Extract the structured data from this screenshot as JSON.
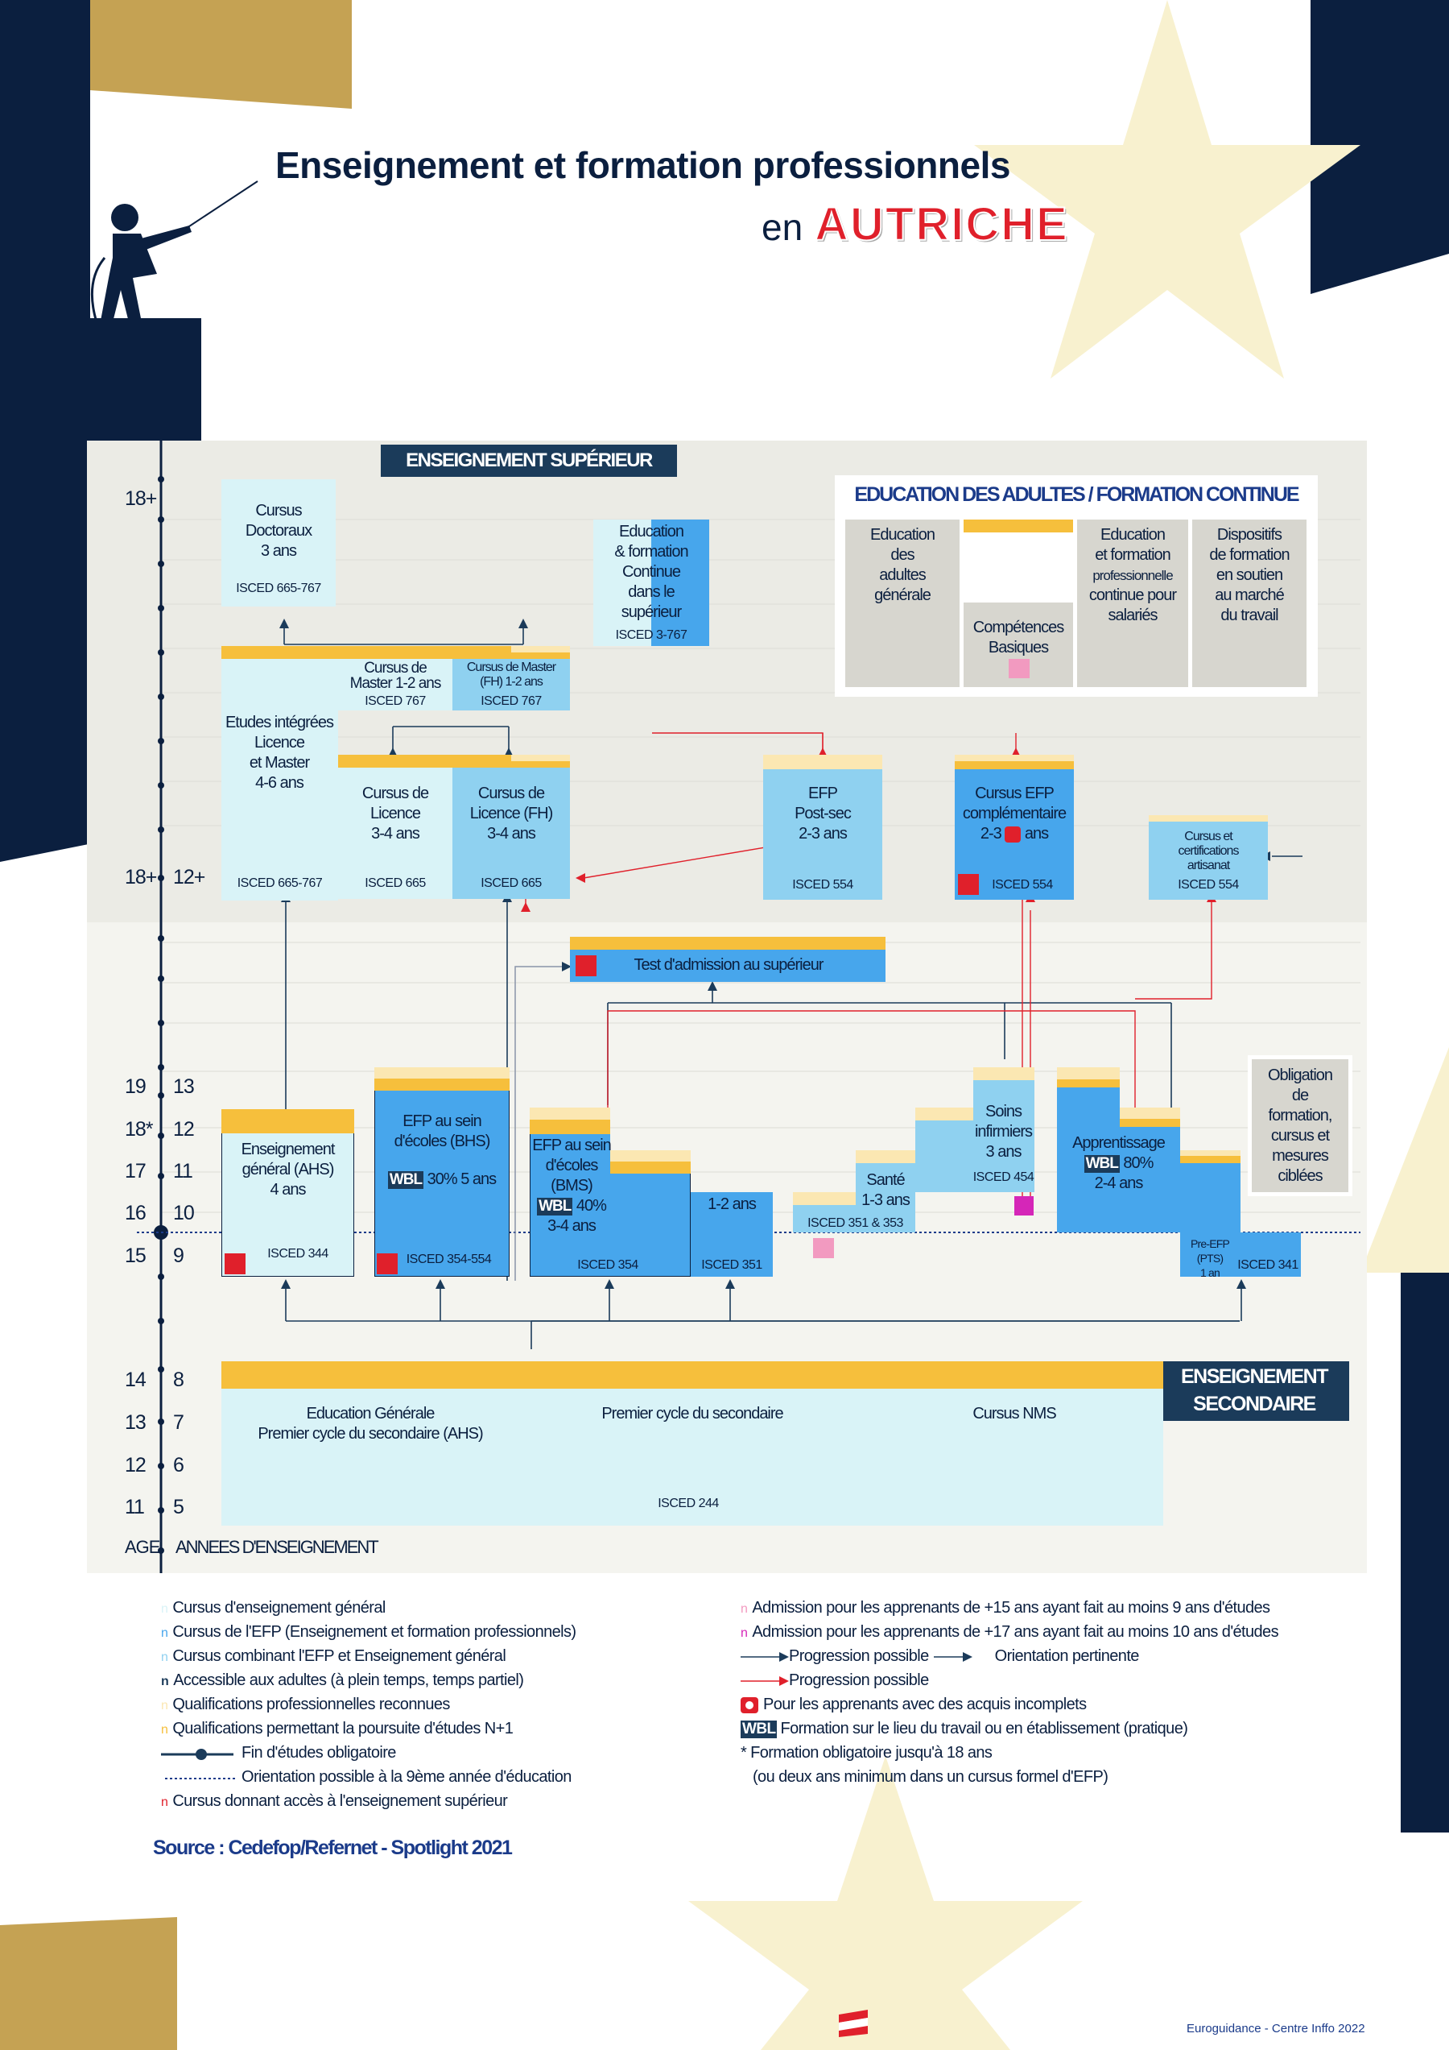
{
  "header": {
    "title": "Enseignement et  formation professionnels",
    "subtitle_prefix": "en",
    "country": "AUTRICHE"
  },
  "sections": {
    "higher": "ENSEIGNEMENT SUPÉRIEUR",
    "adult": "EDUCATION DES ADULTES / FORMATION CONTINUE",
    "secondary_1": "ENSEIGNEMENT",
    "secondary_2": "SECONDAIRE"
  },
  "axis": {
    "age_header": "AGE",
    "years_header": "ANNEES D'ENSEIGNEMENT",
    "rows": [
      {
        "age": "18+",
        "year": ""
      },
      {
        "age": "18+",
        "year": "12+"
      },
      {
        "age": "19",
        "year": "13"
      },
      {
        "age": "18*",
        "year": "12"
      },
      {
        "age": "17",
        "year": "11"
      },
      {
        "age": "16",
        "year": "10"
      },
      {
        "age": "15",
        "year": "9"
      },
      {
        "age": "14",
        "year": "8"
      },
      {
        "age": "13",
        "year": "7"
      },
      {
        "age": "12",
        "year": "6"
      },
      {
        "age": "11",
        "year": "5"
      }
    ]
  },
  "higher": {
    "doctoral": {
      "l1": "Cursus",
      "l2": "Doctoraux",
      "l3": "3 ans",
      "isced": "ISCED 665-767"
    },
    "continuing": {
      "l1": "Education",
      "l2": "& formation",
      "l3": "Continue",
      "l4": "dans le",
      "l5": "supérieur",
      "isced": "ISCED 3-767"
    },
    "integrated": {
      "l1": "Etudes intégrées",
      "l2": "Licence",
      "l3": "et Master",
      "l4": "4-6 ans",
      "isced": "ISCED 665-767"
    },
    "master": {
      "l1": "Cursus de",
      "l2": "Master 1-2 ans",
      "isced": "ISCED 767"
    },
    "master_fh": {
      "l1": "Cursus de Master",
      "l2": "(FH) 1-2 ans",
      "isced": "ISCED 767"
    },
    "licence": {
      "l1": "Cursus de",
      "l2": "Licence",
      "l3": "3-4 ans",
      "isced": "ISCED 665"
    },
    "licence_fh": {
      "l1": "Cursus de",
      "l2": "Licence (FH)",
      "l3": "3-4 ans",
      "isced": "ISCED 665"
    },
    "postsec": {
      "l1": "EFP",
      "l2": "Post-sec",
      "l3": "2-3 ans",
      "isced": "ISCED 554"
    },
    "complementary": {
      "l1": "Cursus EFP",
      "l2": "complémentaire",
      "l3a": "2-3",
      "l3b": "ans",
      "isced": "ISCED 554"
    },
    "crafts": {
      "l1": "Cursus et",
      "l2": "certifications",
      "l3": "artisanat",
      "isced": "ISCED 554"
    }
  },
  "adult": {
    "general": {
      "l1": "Education",
      "l2": "des",
      "l3": "adultes",
      "l4": "générale"
    },
    "basic": {
      "l1": "Compétences",
      "l2": "Basiques"
    },
    "employees": {
      "l1": "Education",
      "l2": "et formation",
      "l3": "professionnelle",
      "l4": "continue pour",
      "l5": "salariés"
    },
    "labour": {
      "l1": "Dispositifs",
      "l2": "de formation",
      "l3": "en soutien",
      "l4": "au marché",
      "l5": "du travail"
    }
  },
  "admission_test": "Test d'admission au supérieur",
  "secondary": {
    "ahs": {
      "l1": "Enseignement",
      "l2": "général (AHS)",
      "l3": "4 ans",
      "isced": "ISCED 344"
    },
    "bhs": {
      "l1": "EFP au sein",
      "l2": "d'écoles (BHS)",
      "wbl": "WBL",
      "l3": "30% 5 ans",
      "isced": "ISCED 354-554"
    },
    "bms": {
      "l1": "EFP au sein",
      "l2": "d'écoles",
      "l3": "(BMS)",
      "wbl": "WBL",
      "l4": "40%",
      "l5": "3-4 ans",
      "isced": "ISCED 354"
    },
    "short": {
      "l1": "1-2 ans",
      "isced": "ISCED 351"
    },
    "health": {
      "l1": "Santé",
      "l2": "1-3 ans",
      "isced": "ISCED 351  & 353"
    },
    "nursing": {
      "l1": "Soins",
      "l2": "infirmiers",
      "l3": "3 ans",
      "isced": "ISCED 454"
    },
    "apprentice": {
      "l1": "Apprentissage",
      "wbl": "WBL",
      "l2": "80%",
      "l3": "2-4 ans"
    },
    "prevet": {
      "l1": "Pre-EFP (PTS)",
      "l2": "1 an",
      "isced": "ISCED 341"
    },
    "obligation": {
      "l1": "Obligation",
      "l2": "de",
      "l3": "formation,",
      "l4": "cursus et",
      "l5": "mesures",
      "l6": "ciblées"
    },
    "lower_ahs_1": "Education Générale",
    "lower_ahs_2": "Premier cycle du secondaire (AHS)",
    "lower_mid": "Premier cycle  du secondaire",
    "lower_nms": "Cursus NMS",
    "lower_isced": "ISCED 244"
  },
  "legend": {
    "left": [
      {
        "bullet": "n",
        "text": "Cursus d'enseignement général"
      },
      {
        "bullet": "n",
        "text": "Cursus de l'EFP (Enseignement et formation professionnels)"
      },
      {
        "bullet": "n",
        "text": "Cursus combinant l'EFP  et Enseignement général"
      },
      {
        "bullet": "n",
        "text": "Accessible aux adultes (à plein temps, temps partiel)"
      },
      {
        "bullet": "n",
        "text": "Qualifications professionnelles reconnues"
      },
      {
        "bullet": "n",
        "text": "Qualifications  permettant la poursuite d'études N+1"
      },
      {
        "bullet": "",
        "text": "Fin d'études obligatoire"
      },
      {
        "bullet": "",
        "text": "Orientation possible à la 9ème année d'éducation"
      },
      {
        "bullet": "n",
        "text": "Cursus donnant accès  à l'enseignement supérieur"
      }
    ],
    "right": [
      {
        "bullet": "n",
        "text": "Admission pour les apprenants de +15 ans ayant fait  au moins 9 ans d'études"
      },
      {
        "bullet": "n",
        "text": "Admission pour les apprenants de +17 ans ayant fait au moins 10 ans d'études"
      },
      {
        "text": "Progression possible",
        "text2": "Orientation pertinente"
      },
      {
        "text": "Progression possible"
      },
      {
        "text": "Pour les apprenants avec des acquis incomplets"
      },
      {
        "wbl": "WBL",
        "text": "Formation sur le lieu du travail  ou en établissement (pratique)"
      },
      {
        "text": "* Formation obligatoire jusqu'à 18 ans"
      },
      {
        "text": "(ou deux ans minimum dans un cursus formel d'EFP)"
      }
    ]
  },
  "source": "Source : Cedefop/Refernet - Spotlight  2021",
  "footer": "Euroguidance  - Centre Inffo  2022",
  "colors": {
    "navy": "#0b1f3f",
    "gold": "#c9a24a",
    "general_light": "#d9f3f7",
    "vet_blue": "#47a6ec",
    "combined_blue": "#8fd1f0",
    "orange": "#f6bf3c",
    "cream": "#fbe7b2",
    "red": "#e0202b",
    "pink": "#f29ac0",
    "magenta": "#d526b8",
    "panel_grey": "#ebebe5",
    "adult_grey": "#d7d6cf"
  }
}
